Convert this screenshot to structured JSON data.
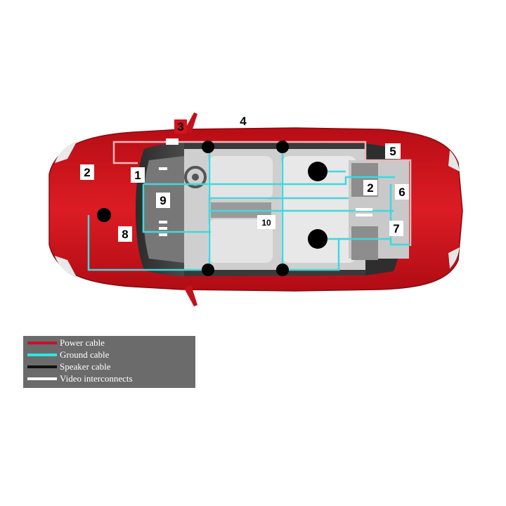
{
  "callouts": [
    "1",
    "2",
    "2",
    "3",
    "4",
    "5",
    "6",
    "7",
    "8",
    "9",
    "10"
  ],
  "legend": {
    "items": [
      {
        "label": "Power cable",
        "color": "#c8102e"
      },
      {
        "label": "Ground cable",
        "color": "#2ee6e6"
      },
      {
        "label": "Speaker cable",
        "color": "#111111"
      },
      {
        "label": "Video interconnects",
        "color": "#ffffff"
      }
    ]
  },
  "colors": {
    "car_body": "#d4131c",
    "power_line": "#e8b8bb",
    "ground_line": "#3fd8e0",
    "speaker": "#000000"
  }
}
